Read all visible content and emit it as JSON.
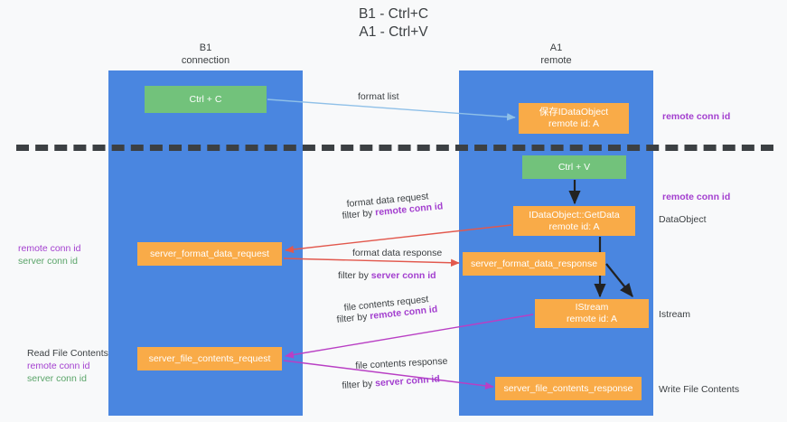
{
  "title": {
    "line1": "B1 - Ctrl+C",
    "line2": "A1 - Ctrl+V"
  },
  "lanes": [
    {
      "id": "b1",
      "name": "B1",
      "role": "connection"
    },
    {
      "id": "a1",
      "name": "A1",
      "role": "remote"
    }
  ],
  "nodes": {
    "ctrl_c": {
      "line1": "Ctrl + C",
      "line2": "",
      "color": "#72c27b"
    },
    "save_idataobject": {
      "line1": "保存IDataObject",
      "line2": "remote id: A",
      "color": "#f9ab48"
    },
    "ctrl_v": {
      "line1": "Ctrl + V",
      "line2": "",
      "color": "#72c27b"
    },
    "getdata": {
      "line1": "IDataObject::GetData",
      "line2": "remote id: A",
      "color": "#f9ab48"
    },
    "server_format_data_request": {
      "line1": "server_format_data_request",
      "line2": "",
      "color": "#f9ab48"
    },
    "server_format_data_response": {
      "line1": "server_format_data_response",
      "line2": "",
      "color": "#f9ab48"
    },
    "istream": {
      "line1": "IStream",
      "line2": "remote id: A",
      "color": "#f9ab48"
    },
    "server_file_contents_request": {
      "line1": "server_file_contents_request",
      "line2": "",
      "color": "#f9ab48"
    },
    "server_file_contents_response": {
      "line1": "server_file_contents_response",
      "line2": "",
      "color": "#f9ab48"
    }
  },
  "edge_labels": {
    "format_list": "format list",
    "format_data_request": "format data request",
    "format_data_request_filter_prefix": "filter by ",
    "format_data_request_filter_key": "remote conn id",
    "format_data_response": "format data response",
    "format_data_response_filter_prefix": "filter by ",
    "format_data_response_filter_key": "server conn id",
    "file_contents_request": "file contents request",
    "file_contents_request_filter_prefix": "filter by ",
    "file_contents_request_filter_key": "remote conn id",
    "file_contents_response": "file contents response",
    "file_contents_response_filter_prefix": "filter by ",
    "file_contents_response_filter_key": "server conn id"
  },
  "annotations": {
    "right_top_remote_conn_id": "remote conn id",
    "right_mid_remote_conn_id": "remote conn id",
    "right_dataobject": "DataObject",
    "right_istream": "Istream",
    "right_write_file_contents": "Write File Contents",
    "left_remote_conn_id": "remote conn id",
    "left_server_conn_id": "server conn id",
    "left_read_file_contents": "Read File Contents",
    "left_bottom_remote_conn_id": "remote conn id",
    "left_bottom_server_conn_id": "server conn id"
  },
  "colors": {
    "lane": "#4a86e0",
    "green_node": "#72c27b",
    "orange_node": "#f9ab48",
    "purple_text": "#a33fcf",
    "green_text": "#5aa469",
    "red_arrow": "#e2584d",
    "magenta_arrow": "#b93fc4",
    "blue_arrow": "#8fc0e8",
    "black_arrow": "#222222",
    "background": "#f8f9fa",
    "separator": "#3c4043"
  }
}
